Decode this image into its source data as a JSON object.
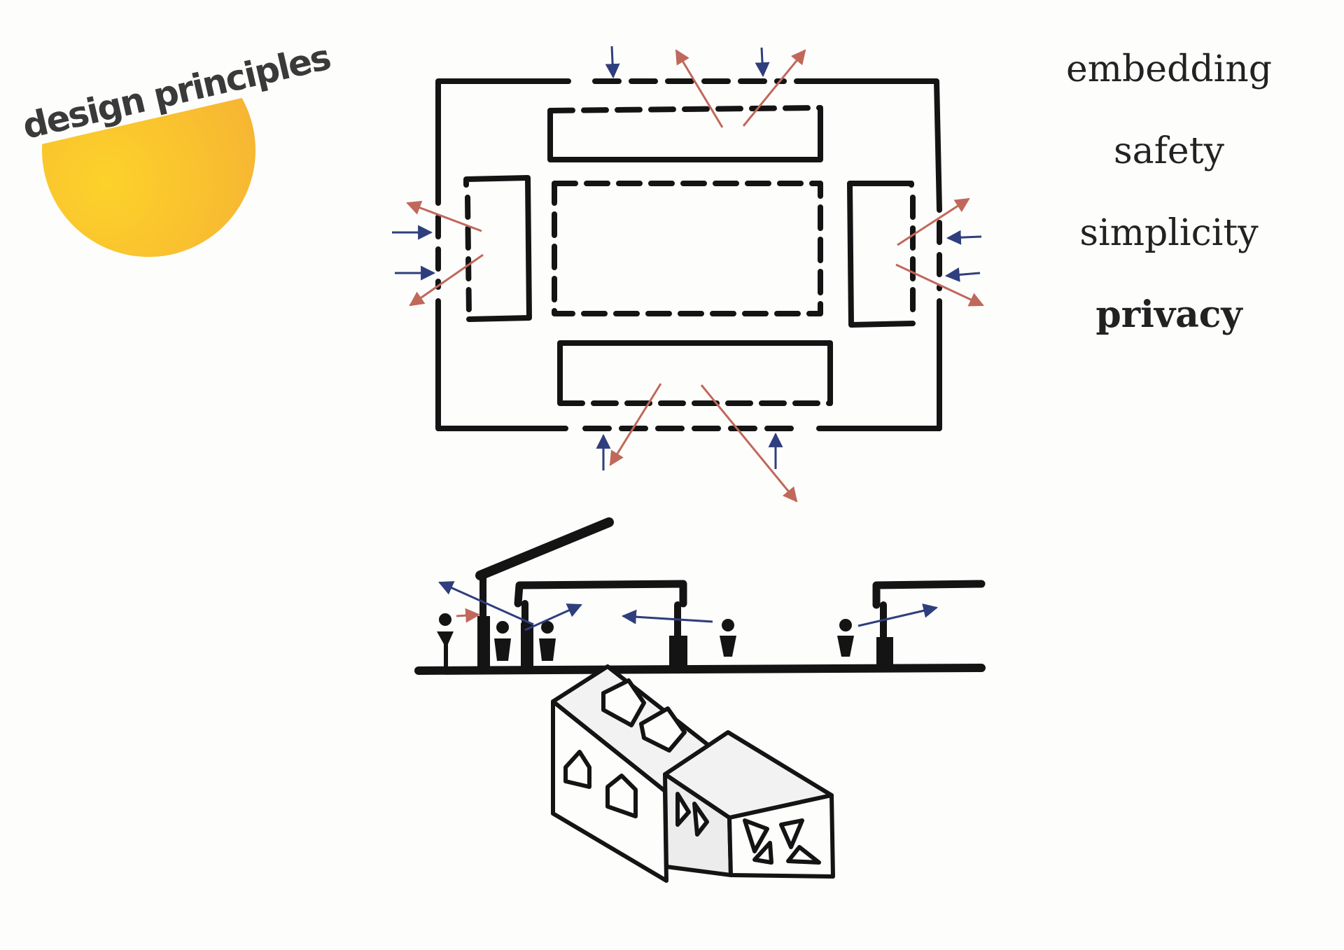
{
  "badge": {
    "label": "design principles",
    "color_start": "#fcd22a",
    "color_end": "#f4ad36"
  },
  "principles": [
    {
      "label": "embedding",
      "emphasis": false
    },
    {
      "label": "safety",
      "emphasis": false
    },
    {
      "label": "simplicity",
      "emphasis": false
    },
    {
      "label": "privacy",
      "emphasis": true
    }
  ],
  "colors": {
    "ink": "#141414",
    "arrow_out": "#c0685a",
    "arrow_in": "#2f3e7c"
  }
}
